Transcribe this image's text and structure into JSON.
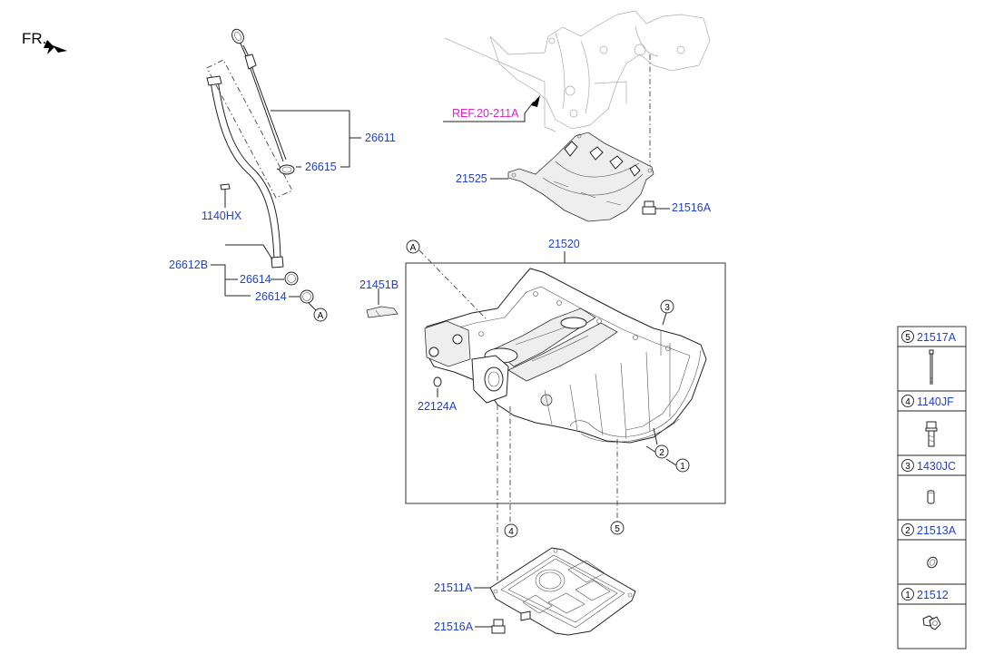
{
  "direction_label": "FR.",
  "reference": "REF.20-211A",
  "parts": {
    "p26611": "26611",
    "p26615": "26615",
    "p1140HX": "1140HX",
    "p26612B": "26612B",
    "p26614_a": "26614",
    "p26614_b": "26614",
    "p21525": "21525",
    "p21516A_top": "21516A",
    "p21520": "21520",
    "p21451B": "21451B",
    "p22124A": "22124A",
    "p21511A": "21511A",
    "p21516A_bottom": "21516A"
  },
  "callouts": {
    "a_dipstick": "A",
    "a_pan": "A",
    "c1": "1",
    "c2": "2",
    "c3": "3",
    "c4": "4",
    "c5": "5"
  },
  "legend": [
    {
      "num": "5",
      "part": "21517A",
      "icon": "long-bolt-icon"
    },
    {
      "num": "4",
      "part": "1140JF",
      "icon": "flange-bolt-icon"
    },
    {
      "num": "3",
      "part": "1430JC",
      "icon": "dowel-pin-icon"
    },
    {
      "num": "2",
      "part": "21513A",
      "icon": "gasket-washer-icon"
    },
    {
      "num": "1",
      "part": "21512",
      "icon": "drain-plug-icon"
    }
  ]
}
